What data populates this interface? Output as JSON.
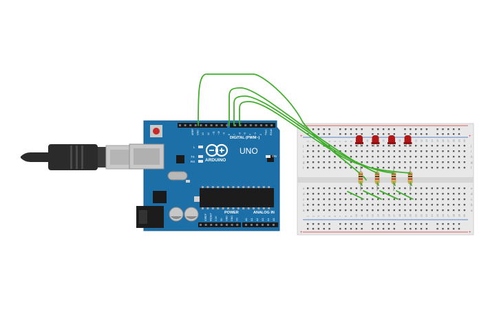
{
  "canvas": {
    "background": "#ffffff"
  },
  "arduino": {
    "board_color": "#1d6fa8",
    "brand": "ARDUINO",
    "model": "UNO",
    "digital_header_label": "DIGITAL (PWM~)",
    "power_header_label": "POWER",
    "analog_header_label": "ANALOG IN",
    "on_label": "ON",
    "tx_label": "TX",
    "rx_label": "RX",
    "l_label": "L",
    "top_pin_labels": [
      "AREF",
      "GND",
      "13",
      "12",
      "~11",
      "~10",
      "~9",
      "8",
      "7",
      "~6",
      "~5",
      "4",
      "~3",
      "2",
      "TX▸1",
      "RX◂0"
    ],
    "power_pin_labels": [
      "IOREF",
      "RESET",
      "3.3V",
      "5V",
      "GND",
      "GND",
      "Vin"
    ],
    "analog_pin_labels": [
      "A0",
      "A1",
      "A2",
      "A3",
      "A4",
      "A5"
    ]
  },
  "usb_cable": {
    "color": "#2b2b2b"
  },
  "breadboard": {
    "color": "#e8e8e8",
    "rail_red": "#d63030",
    "rail_blue": "#2f5fbf",
    "row_letters_top": [
      "j",
      "i",
      "h",
      "g",
      "f"
    ],
    "row_letters_bottom": [
      "e",
      "d",
      "c",
      "b",
      "a"
    ],
    "column_numbers": [
      "1",
      "2",
      "3",
      "4",
      "5",
      "6",
      "7",
      "8",
      "9",
      "10",
      "11",
      "12",
      "13",
      "14",
      "15",
      "16",
      "17",
      "18",
      "19",
      "20",
      "21",
      "22",
      "23",
      "24",
      "25",
      "26",
      "27",
      "28",
      "29",
      "30"
    ]
  },
  "components": {
    "led_color": "#b01818",
    "led_count": 4,
    "resistor_count": 4,
    "wire_color": "#3fae2a"
  }
}
